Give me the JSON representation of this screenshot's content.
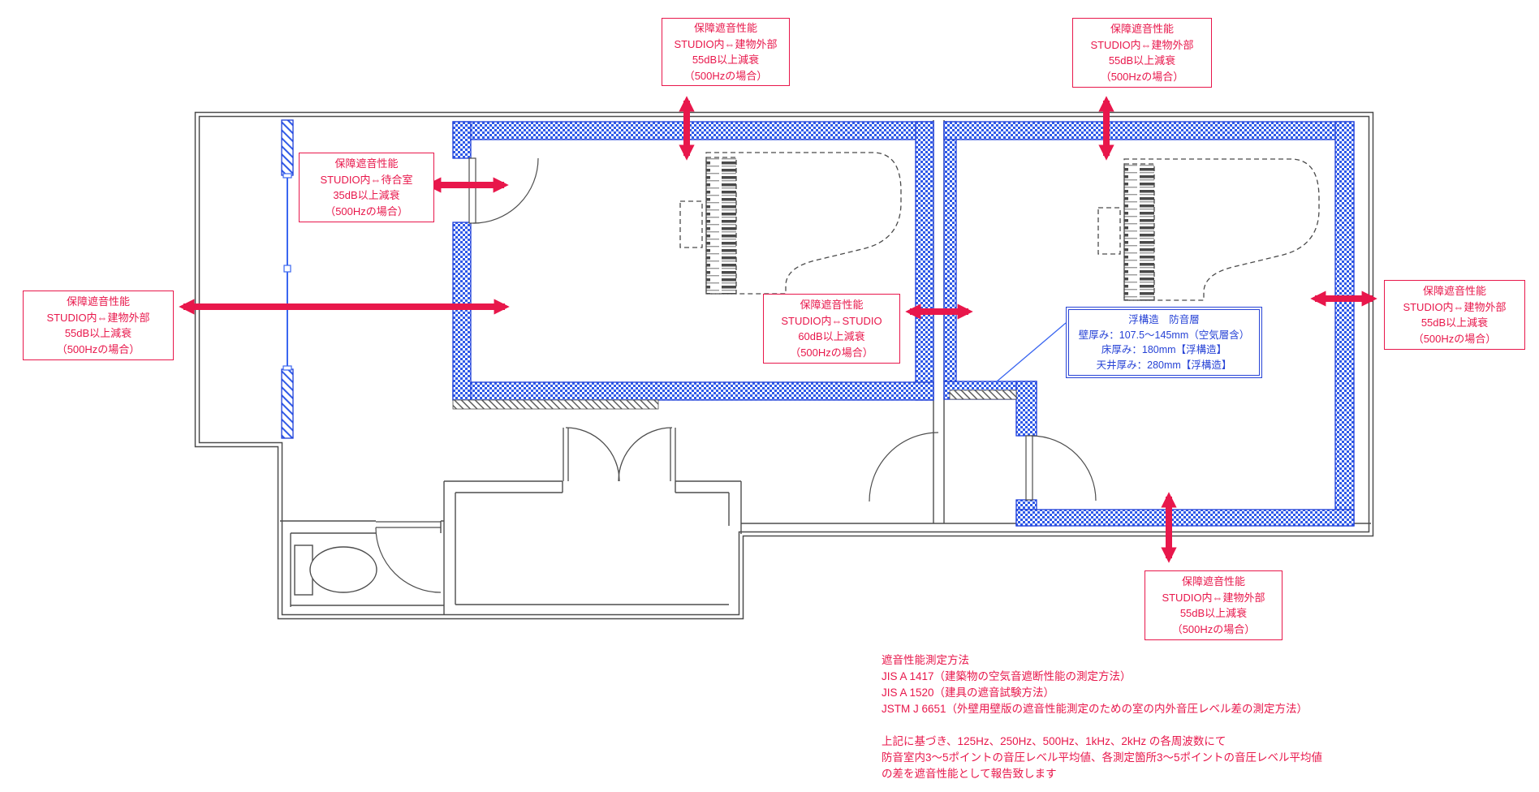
{
  "colors": {
    "annotation_red": "#e8174b",
    "wall_blue": "#1e3ed8",
    "glass_blue": "#3a66f0",
    "line_black": "#4d4d4d"
  },
  "boxes": {
    "top_center": {
      "lines": [
        "保障遮音性能",
        "STUDIO内⇔建物外部",
        "55dB以上減衰",
        "（500Hzの場合）"
      ]
    },
    "top_right": {
      "lines": [
        "保障遮音性能",
        "STUDIO内⇔建物外部",
        "55dB以上減衰",
        "（500Hzの場合）"
      ]
    },
    "waiting": {
      "lines": [
        "保障遮音性能",
        "STUDIO内⇔待合室",
        "35dB以上減衰",
        "（500Hzの場合）"
      ]
    },
    "far_left": {
      "lines": [
        "保障遮音性能",
        "STUDIO内⇔建物外部",
        "55dB以上減衰",
        "（500Hzの場合）"
      ]
    },
    "studio_to_studio": {
      "lines": [
        "保障遮音性能",
        "STUDIO内⇔STUDIO",
        "60dB以上減衰",
        "（500Hzの場合）"
      ]
    },
    "far_right": {
      "lines": [
        "保障遮音性能",
        "STUDIO内⇔建物外部",
        "55dB以上減衰",
        "（500Hzの場合）"
      ]
    },
    "bottom": {
      "lines": [
        "保障遮音性能",
        "STUDIO内⇔建物外部",
        "55dB以上減衰",
        "（500Hzの場合）"
      ]
    }
  },
  "floating_structure": {
    "lines": [
      "浮構造　防音層",
      "壁厚み：107.5～145mm（空気層含）",
      "床厚み：180mm【浮構造】",
      "天井厚み：280mm【浮構造】"
    ]
  },
  "notes": {
    "methods": {
      "lines": [
        "遮音性能測定方法",
        "JIS A 1417（建築物の空気音遮断性能の測定方法）",
        "JIS A 1520（建具の遮音試験方法）",
        "JSTM J 6651（外壁用壁版の遮音性能測定のための室の内外音圧レベル差の測定方法）"
      ]
    },
    "procedure": {
      "lines": [
        "上記に基づき、125Hz、250Hz、500Hz、1kHz、2kHz の各周波数にて",
        "防音室内3～5ポイントの音圧レベル平均値、各測定箇所3～5ポイントの音圧レベル平均値",
        "の差を遮音性能として報告致します"
      ]
    }
  }
}
